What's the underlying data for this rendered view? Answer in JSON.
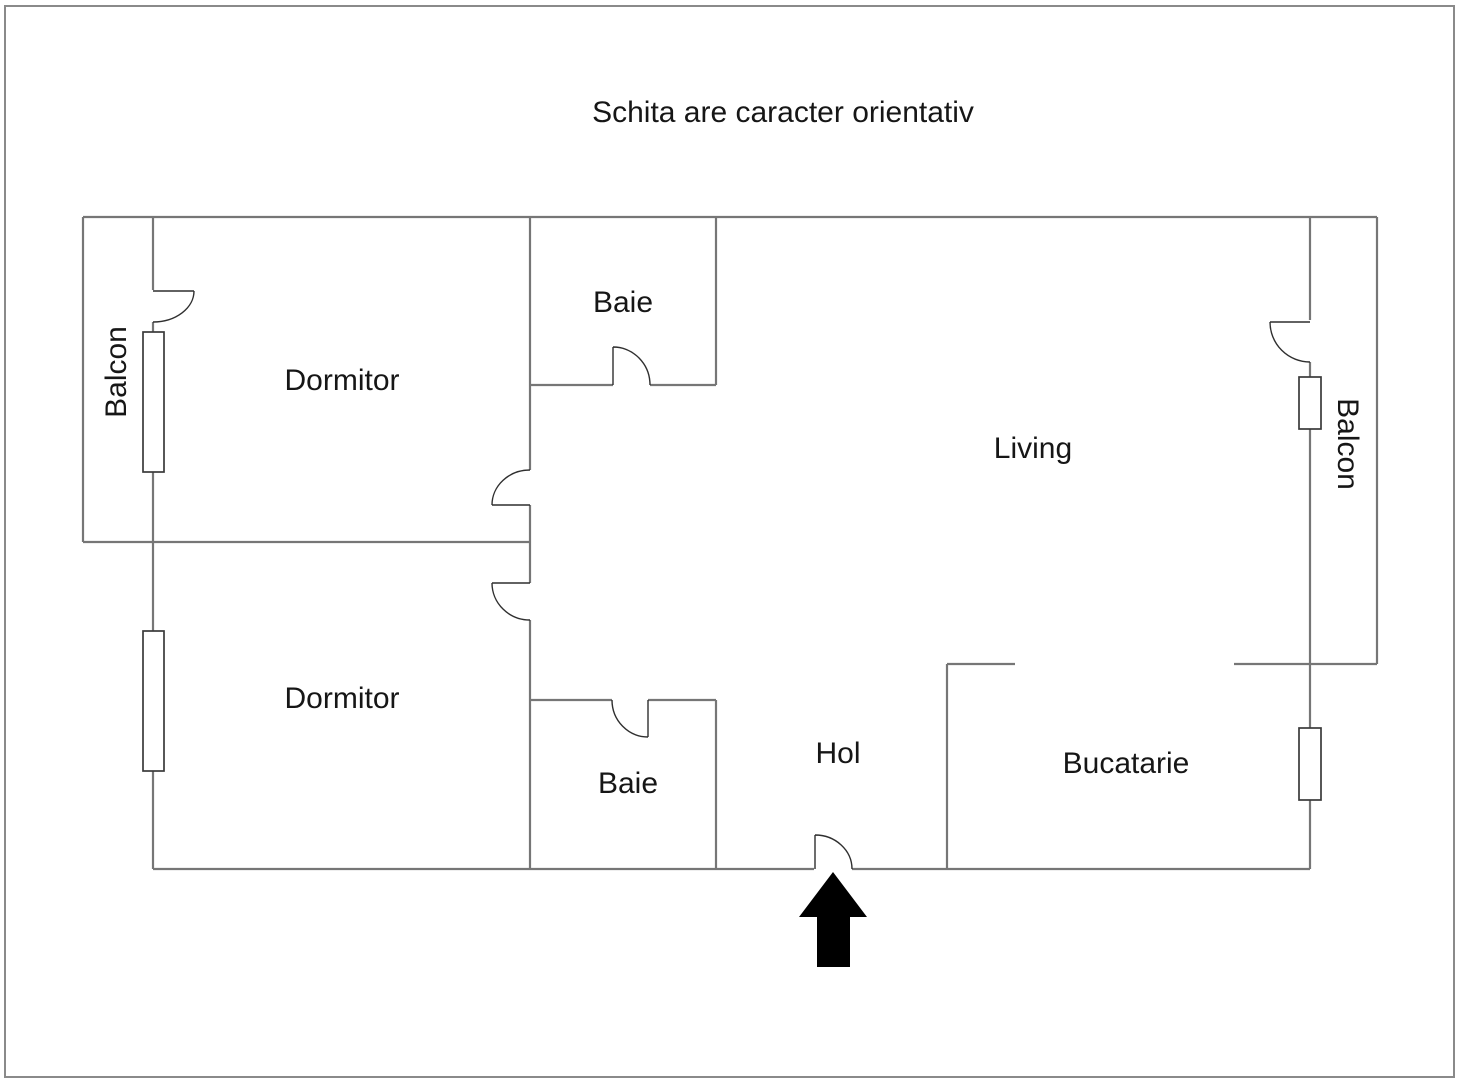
{
  "title": "Schita are caracter orientativ",
  "rooms": {
    "balcon_left": "Balcon",
    "dormitor_top": "Dormitor",
    "baie_top": "Baie",
    "living": "Living",
    "balcon_right": "Balcon",
    "dormitor_bottom": "Dormitor",
    "baie_bottom": "Baie",
    "hol": "Hol",
    "bucatarie": "Bucatarie"
  },
  "icons": {
    "entrance_arrow": "up-arrow"
  },
  "colors": {
    "wall": "#767676",
    "door": "#2f2f2f",
    "window": "#3a3a3a",
    "text": "#161616",
    "page_border": "#8a8a8a",
    "arrow": "#000000",
    "background": "#ffffff"
  }
}
